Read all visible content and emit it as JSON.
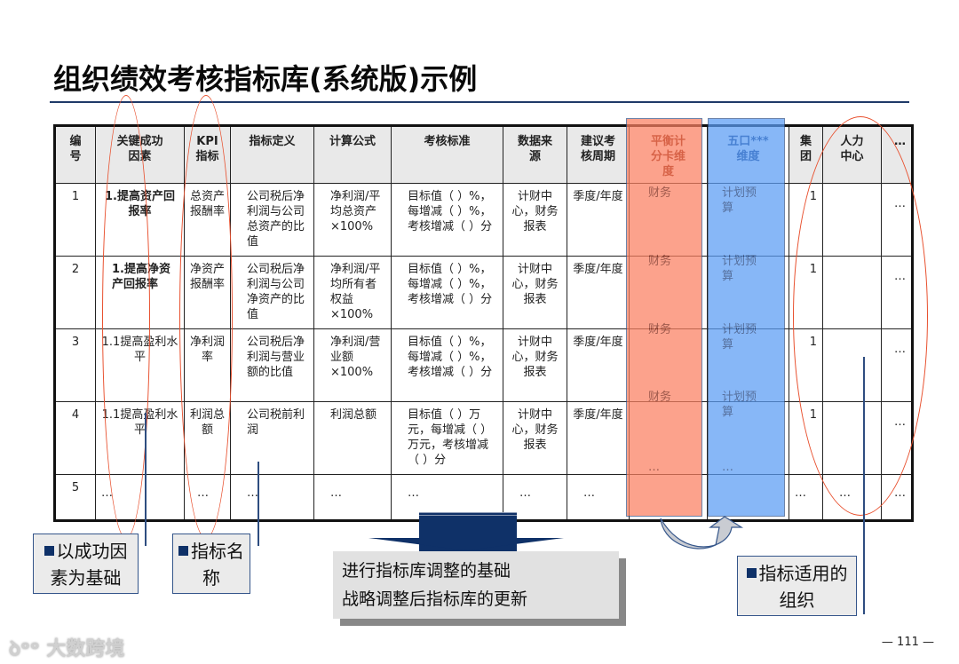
{
  "title": "组织绩效考核指标库(系统版)示例",
  "table": {
    "headers": [
      "编号",
      "关键成功因素",
      "KPI指标",
      "指标定义",
      "计算公式",
      "考核标准",
      "数据来源",
      "建议考核周期",
      "平衡计分卡维度",
      "五口***维度",
      "集团",
      "人力中心",
      "…"
    ],
    "header_lines": {
      "id": "编\n号",
      "csf": "关键成功\n因素",
      "kpi": "KPI\n指标",
      "def": "指标定义",
      "formula": "计算公式",
      "standard": "考核标准",
      "source": "数据来源\n源",
      "period": "建议考\n核周期",
      "bsc": "平衡计\n分卡维\n度",
      "five": "五口***\n维度",
      "group": "集\n团",
      "hr": "人力\n中心",
      "more": "…"
    },
    "rows": [
      {
        "id": "1",
        "csf": "1.提高资产回报率",
        "kpi": "总资产报酬率",
        "def": "公司税后净利润与公司总资产的比值",
        "formula": "净利润/平均总资产×100%",
        "standard": "目标值（ ）%，每增减（ ）%，考核增减（ ）分",
        "source": "计财中心，财务报表",
        "period": "季度/年度",
        "bsc": "财务",
        "five": "计划预算",
        "group": "1",
        "hr": "",
        "more": "…"
      },
      {
        "id": "2",
        "csf": "1.提高净资产回报率",
        "kpi": "净资产报酬率",
        "def": "公司税后净利润与公司净资产的比值",
        "formula": "净利润/平均所有者权益×100%",
        "standard": "目标值（ ）%，每增减（ ）%，考核增减（ ）分",
        "source": "计财中心，财务报表",
        "period": "季度/年度",
        "bsc": "财务",
        "five": "计划预算",
        "group": "1",
        "hr": "",
        "more": "…"
      },
      {
        "id": "3",
        "csf": "1.1提高盈利水平",
        "kpi": "净利润率",
        "def": "公司税后净利润与营业额的比值",
        "formula": "净利润/营业额×100%",
        "standard": "目标值（ ）%，每增减（ ）%，考核增减（ ）分",
        "source": "计财中心，财务报表",
        "period": "季度/年度",
        "bsc": "财务",
        "five": "计划预算",
        "group": "1",
        "hr": "",
        "more": "…"
      },
      {
        "id": "4",
        "csf": "1.1提高盈利水平",
        "kpi": "利润总额",
        "def": "公司税前利润",
        "formula": "利润总额",
        "standard": "目标值（ ）万元，每增减（ ）万元，考核增减（ ）分",
        "source": "计财中心，财务报表",
        "period": "季度/年度",
        "bsc": "财务",
        "five": "计划预算",
        "group": "1",
        "hr": "",
        "more": "…"
      },
      {
        "id": "5",
        "csf": "…",
        "kpi": "…",
        "def": "…",
        "formula": "…",
        "standard": "…",
        "source": "…",
        "period": "…",
        "bsc": "…",
        "five": "…",
        "group": "…",
        "hr": "…",
        "more": "…"
      }
    ]
  },
  "callouts": {
    "csf": "以成功因素为基础",
    "kpi": "指标名称",
    "org": "指标适用的组织"
  },
  "message": {
    "line1": "进行指标库调整的基础",
    "line2": "战略调整后指标库的更新"
  },
  "watermark": "大数跨境",
  "page_number": "— 111 —",
  "colors": {
    "bsc_highlight": "#fb7f60",
    "five_highlight": "#5a9cf5",
    "ellipse": "#e8502e",
    "navy": "#0f3168"
  }
}
